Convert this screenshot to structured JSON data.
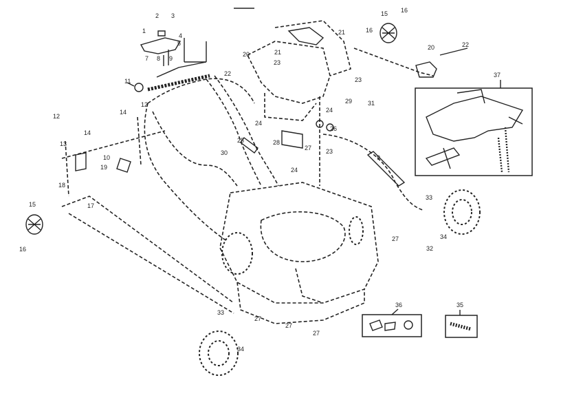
{
  "callouts": [
    {
      "id": "c1",
      "text": "1"
    },
    {
      "id": "c2",
      "text": "2"
    },
    {
      "id": "c3",
      "text": "3"
    },
    {
      "id": "c4",
      "text": "4"
    },
    {
      "id": "c5",
      "text": "5"
    },
    {
      "id": "c7",
      "text": "7"
    },
    {
      "id": "c8",
      "text": "8"
    },
    {
      "id": "c9",
      "text": "9"
    },
    {
      "id": "c11",
      "text": "11"
    },
    {
      "id": "c12",
      "text": "12"
    },
    {
      "id": "c12b",
      "text": "12"
    },
    {
      "id": "c13",
      "text": "13"
    },
    {
      "id": "c14",
      "text": "14"
    },
    {
      "id": "c14b",
      "text": "14"
    },
    {
      "id": "c15a",
      "text": "15"
    },
    {
      "id": "c15b",
      "text": "15"
    },
    {
      "id": "c16a",
      "text": "16"
    },
    {
      "id": "c16b",
      "text": "16"
    },
    {
      "id": "c16c",
      "text": "16"
    },
    {
      "id": "c17",
      "text": "17"
    },
    {
      "id": "c18",
      "text": "18"
    },
    {
      "id": "c19",
      "text": "19"
    },
    {
      "id": "c10",
      "text": "10"
    },
    {
      "id": "c20a",
      "text": "20"
    },
    {
      "id": "c20b",
      "text": "20"
    },
    {
      "id": "c21",
      "text": "21"
    },
    {
      "id": "c22a",
      "text": "22"
    },
    {
      "id": "c22b",
      "text": "22"
    },
    {
      "id": "c23a",
      "text": "23"
    },
    {
      "id": "c23b",
      "text": "23"
    },
    {
      "id": "c23c",
      "text": "23"
    },
    {
      "id": "c24a",
      "text": "24"
    },
    {
      "id": "c24b",
      "text": "24"
    },
    {
      "id": "c24c",
      "text": "24"
    },
    {
      "id": "c25",
      "text": "25"
    },
    {
      "id": "c26",
      "text": "26"
    },
    {
      "id": "c27a",
      "text": "27"
    },
    {
      "id": "c27b",
      "text": "27"
    },
    {
      "id": "c27c",
      "text": "27"
    },
    {
      "id": "c27d",
      "text": "27"
    },
    {
      "id": "c27e",
      "text": "27"
    },
    {
      "id": "c28",
      "text": "28"
    },
    {
      "id": "c29",
      "text": "29"
    },
    {
      "id": "c30",
      "text": "30"
    },
    {
      "id": "c31",
      "text": "31"
    },
    {
      "id": "c32",
      "text": "32"
    },
    {
      "id": "c33a",
      "text": "33"
    },
    {
      "id": "c33b",
      "text": "33"
    },
    {
      "id": "c34a",
      "text": "34"
    },
    {
      "id": "c34b",
      "text": "34"
    },
    {
      "id": "c35",
      "text": "35"
    },
    {
      "id": "c36",
      "text": "36"
    },
    {
      "id": "c37",
      "text": "37"
    },
    {
      "id": "c9b",
      "text": "9"
    },
    {
      "id": "c21b",
      "text": "21"
    }
  ]
}
